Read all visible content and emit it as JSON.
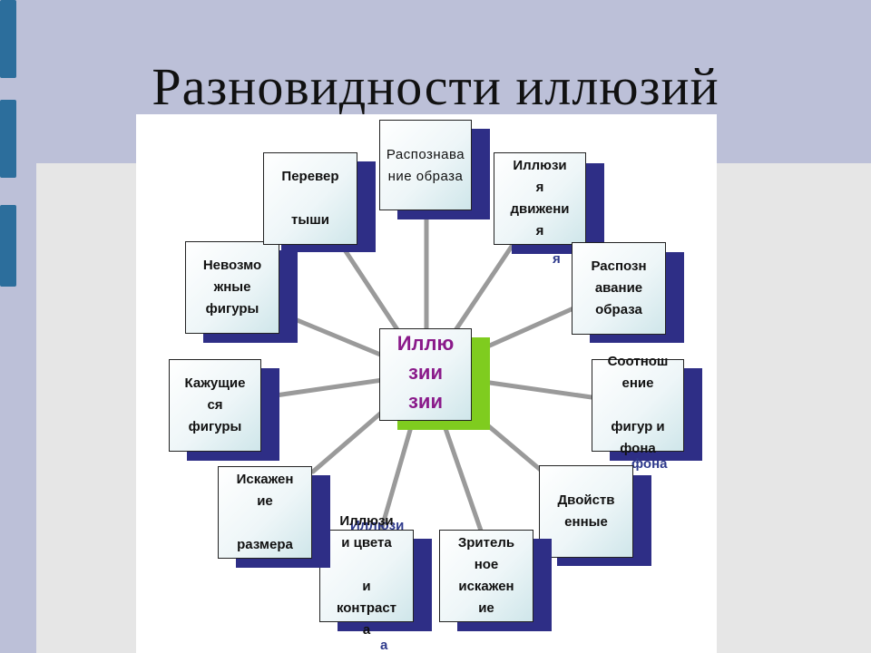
{
  "slide": {
    "title": "Разновидности иллюзий"
  },
  "colors": {
    "background": "#bcc0d8",
    "panel": "#e6e6e6",
    "accent_bar": "#2c6e9c",
    "node_shadow": "#2e2e86",
    "center_shadow": "#7fcc1f",
    "center_text": "#8a1a8a"
  },
  "diagram": {
    "center": {
      "line1": "Иллю",
      "line2": "зии",
      "line3": "зии"
    },
    "nodes": [
      {
        "id": "top",
        "text": "Распознава\nние образа"
      },
      {
        "id": "motion",
        "text": "Иллюзи\nя\nдвижени\nя",
        "ghost": "я"
      },
      {
        "id": "recognition",
        "text": "Распозн\nавание\nобраза"
      },
      {
        "id": "figure-ground",
        "text": "Соотнош\nение\n\nфигур и\nфона",
        "ghost": "фона"
      },
      {
        "id": "dual",
        "text": "Двойств\nенные"
      },
      {
        "id": "viewer",
        "text": "Зритель\nное\nискажен\nие"
      },
      {
        "id": "color",
        "text": "Иллюзи\nи цвета\n\nи\nконтраст\nа",
        "ghost_top": "Иллюзи",
        "ghost_bottom": "а"
      },
      {
        "id": "size",
        "text": "Искажен\nие\n\nразмера"
      },
      {
        "id": "apparent",
        "text": "Кажущие\nся\nфигуры"
      },
      {
        "id": "impossible",
        "text": "Невозмо\nжные\nфигуры"
      },
      {
        "id": "inverted",
        "text": "Перевер\n\nтыши"
      }
    ]
  }
}
